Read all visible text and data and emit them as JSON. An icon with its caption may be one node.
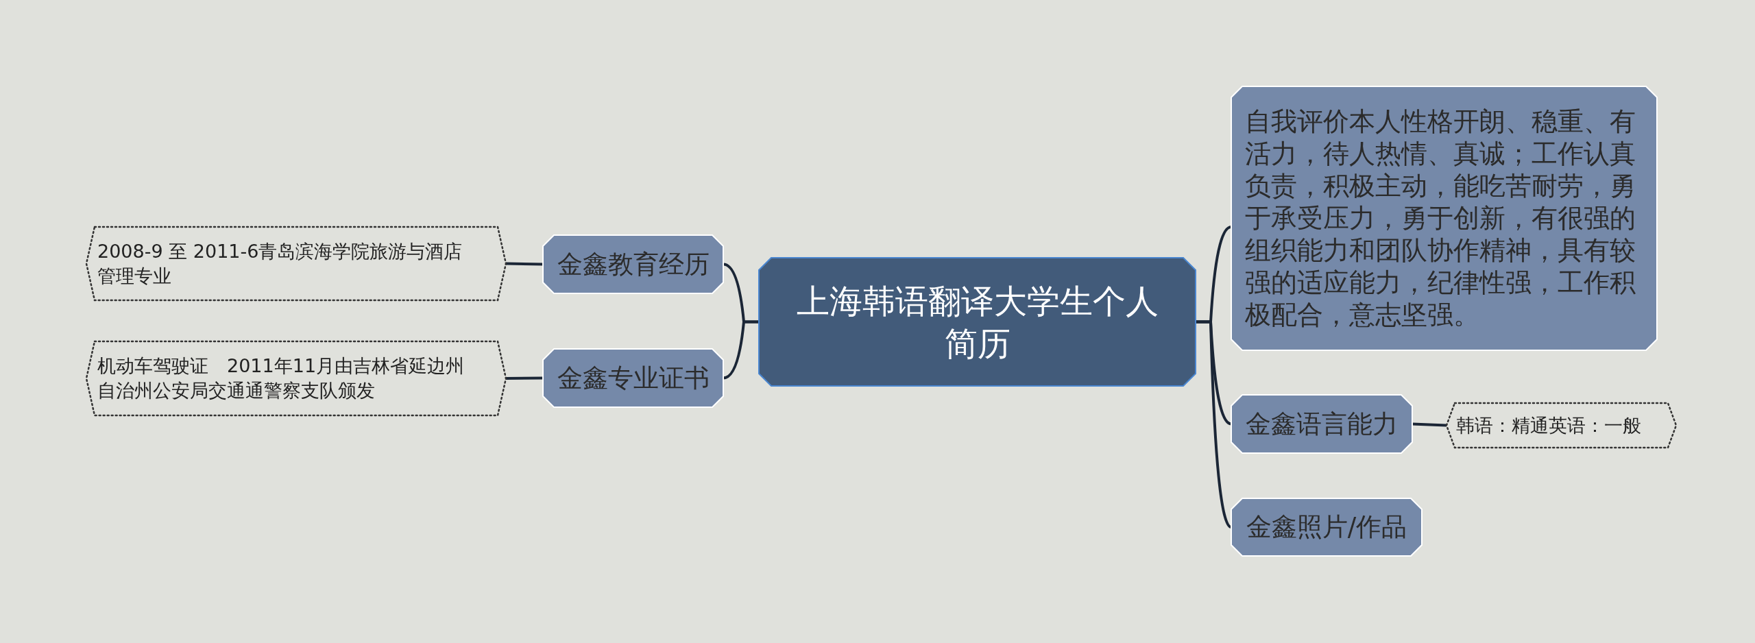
{
  "diagram": {
    "nodes": [
      {
        "text": [
          "上海韩语翻译大学生个人简历"
        ]
      },
      {
        "text": [
          "金鑫教育经历"
        ]
      },
      {
        "text": [
          "2008-9 至 2011-6青岛滨海学院旅游与酒店管理专业"
        ]
      },
      {
        "text": [
          "金鑫专业证书"
        ]
      },
      {
        "text": [
          "机动车驾驶证　2011年11月由吉林省延边州自治州公安局交通通警察支队颁发"
        ]
      },
      {
        "text": [
          "自我评价本人性格开朗、稳重、有活力，待人热情、真诚；工作认真负责，积极主动，能吃苦耐劳，勇于承受压力，勇于创新，有很强的组织能力和团队协作精神，具有较强的适应能力，纪律性强，工作积极配合，意志坚强。"
        ]
      },
      {
        "text": [
          "金鑫语言能力"
        ]
      },
      {
        "text": [
          "韩语：精通英语：一般"
        ]
      },
      {
        "text": [
          "金鑫照片/作品"
        ]
      }
    ],
    "edges": [
      {
        "from": 0,
        "to": 1,
        "arrow": "none"
      },
      {
        "from": 1,
        "to": 2,
        "arrow": "none"
      },
      {
        "from": 0,
        "to": 3,
        "arrow": "none"
      },
      {
        "from": 3,
        "to": 4,
        "arrow": "none"
      },
      {
        "from": 0,
        "to": 5,
        "arrow": "none"
      },
      {
        "from": 0,
        "to": 6,
        "arrow": "none"
      },
      {
        "from": 6,
        "to": 7,
        "arrow": "none"
      },
      {
        "from": 0,
        "to": 8,
        "arrow": "none"
      }
    ]
  }
}
